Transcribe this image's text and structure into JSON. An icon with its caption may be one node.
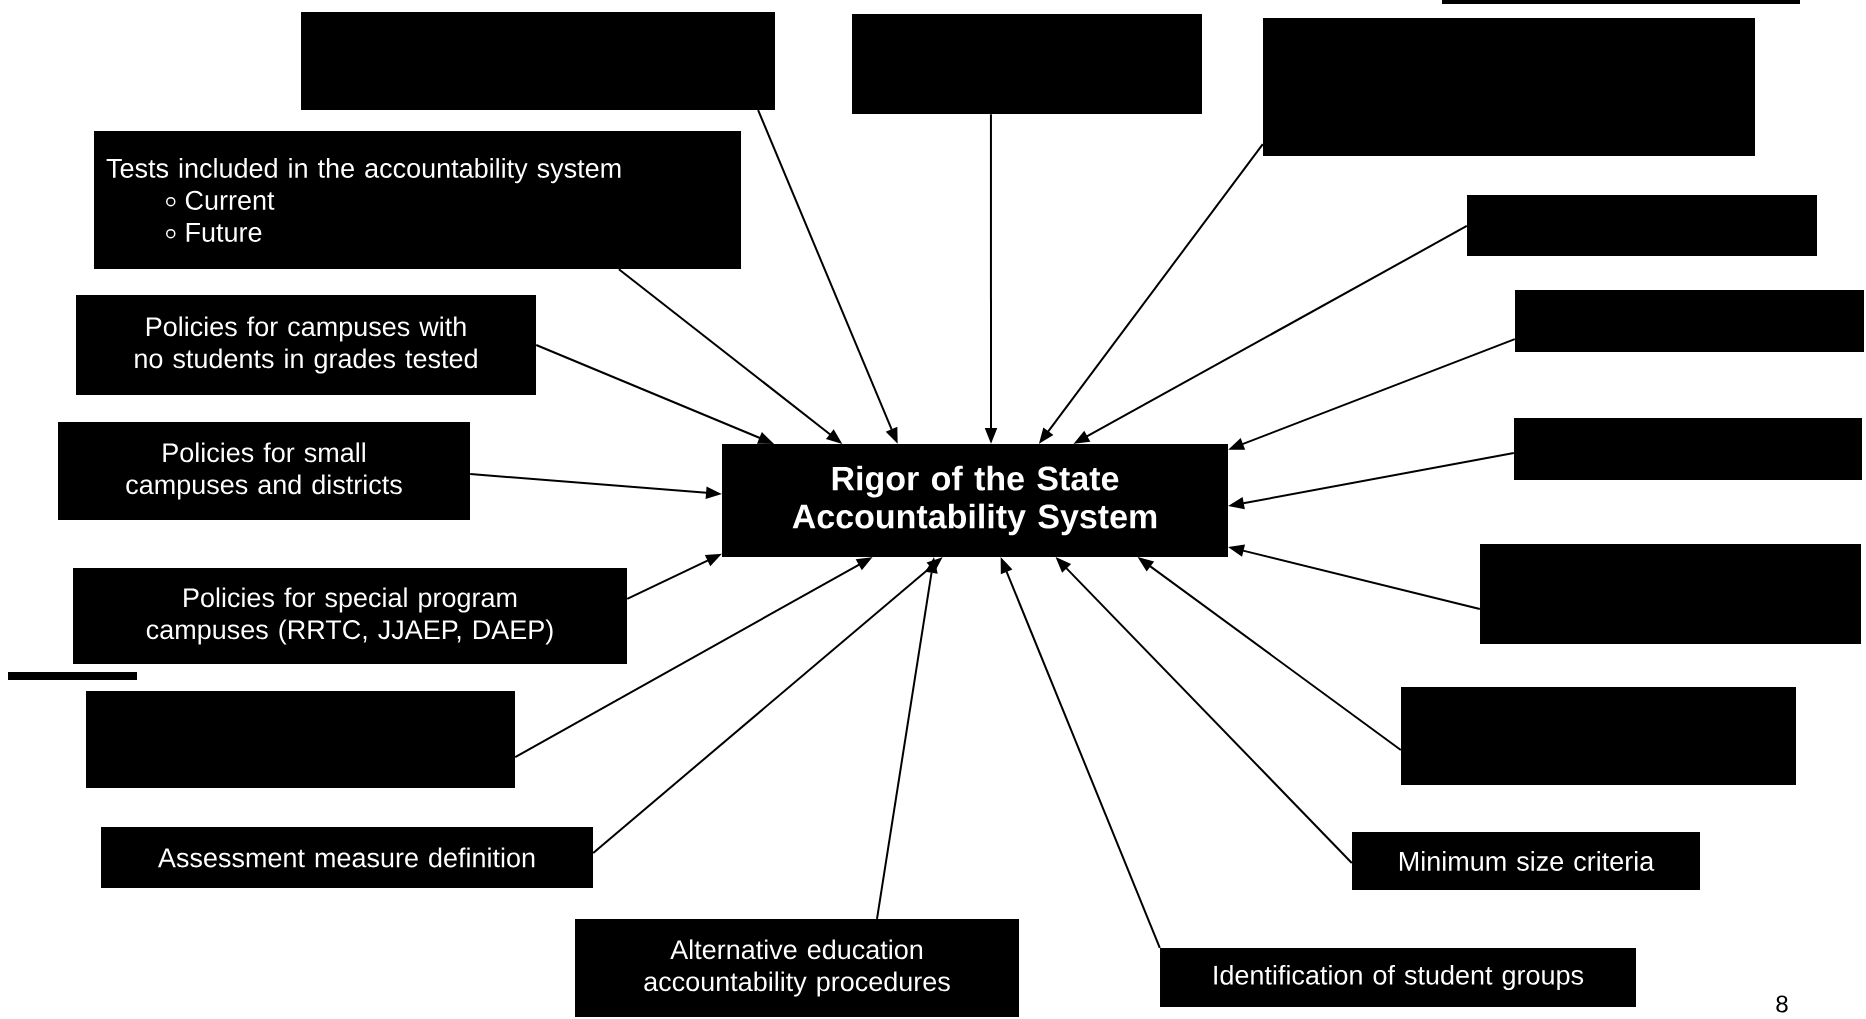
{
  "diagram": {
    "nodes": [
      {
        "text": [
          "Rigor of the State Accountability System"
        ]
      },
      {
        "text": [],
        "shape": "box"
      },
      {
        "text": [],
        "shape": "box"
      },
      {
        "text": [],
        "shape": "box"
      },
      {
        "text": [],
        "shape": "box"
      },
      {
        "text": [],
        "shape": "box"
      },
      {
        "text": [],
        "shape": "box"
      },
      {
        "text": [],
        "shape": "box"
      },
      {
        "text": [],
        "shape": "box"
      },
      {
        "text": [
          "Minimum size criteria"
        ]
      },
      {
        "text": [
          "Identification of student groups"
        ]
      },
      {
        "text": [
          "Alternative education accountability procedures"
        ]
      },
      {
        "text": [
          "Assessment measure definition"
        ]
      },
      {
        "text": [],
        "shape": "box"
      },
      {
        "text": [
          "Policies for special program campuses (RRTC, JJAEP, DAEP)"
        ]
      },
      {
        "text": [
          "Policies for small campuses and districts"
        ]
      },
      {
        "text": [
          "Policies for campuses with no students in grades tested"
        ]
      },
      {
        "text": [
          "Tests included in the accountability system",
          "Current",
          "Future"
        ]
      }
    ],
    "edges": [
      {
        "from": 1,
        "to": 0,
        "arrow": "to"
      },
      {
        "from": 2,
        "to": 0,
        "arrow": "to"
      },
      {
        "from": 3,
        "to": 0,
        "arrow": "to"
      },
      {
        "from": 4,
        "to": 0,
        "arrow": "to"
      },
      {
        "from": 5,
        "to": 0,
        "arrow": "to"
      },
      {
        "from": 6,
        "to": 0,
        "arrow": "to"
      },
      {
        "from": 7,
        "to": 0,
        "arrow": "to"
      },
      {
        "from": 8,
        "to": 0,
        "arrow": "to"
      },
      {
        "from": 9,
        "to": 0,
        "arrow": "to"
      },
      {
        "from": 10,
        "to": 0,
        "arrow": "to"
      },
      {
        "from": 11,
        "to": 0,
        "arrow": "to"
      },
      {
        "from": 12,
        "to": 0,
        "arrow": "to"
      },
      {
        "from": 13,
        "to": 0,
        "arrow": "to"
      },
      {
        "from": 14,
        "to": 0,
        "arrow": "to"
      },
      {
        "from": 15,
        "to": 0,
        "arrow": "to"
      },
      {
        "from": 16,
        "to": 0,
        "arrow": "to"
      },
      {
        "from": 17,
        "to": 0,
        "arrow": "to"
      }
    ],
    "labels": [
      "8"
    ]
  }
}
